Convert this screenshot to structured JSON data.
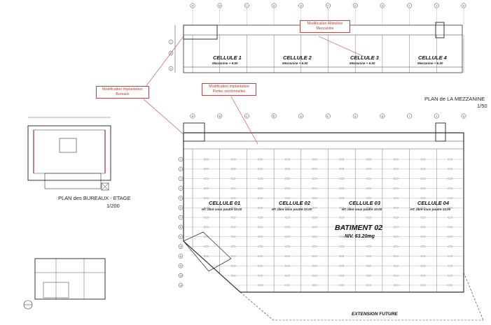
{
  "mezzanine_plan": {
    "title": "PLAN de LA MEZZANINE",
    "scale": "1/50",
    "cells": [
      {
        "name": "CELLULE 1",
        "sub": "Mezzanine + 6.50"
      },
      {
        "name": "CELLULE 2",
        "sub": "Mezzanine + 6.50"
      },
      {
        "name": "CELLULE 3",
        "sub": "Mezzanine + 6.50"
      },
      {
        "name": "CELLULE 4",
        "sub": "Mezzanine + 6.50"
      }
    ]
  },
  "ground_plan": {
    "building": "BATIMENT 02",
    "level": "NIV. 63.20mg",
    "cells": [
      {
        "name": "CELLULE 01",
        "sub": "HT. libre sous poutre 10.00"
      },
      {
        "name": "CELLULE 02",
        "sub": "HT. libre sous poutre 10.00"
      },
      {
        "name": "CELLULE 03",
        "sub": "HT. libre sous poutre 10.00"
      },
      {
        "name": "CELLULE 04",
        "sub": "HT. libre sous poutre 10.00"
      }
    ],
    "future": "EXTENSION FUTURE"
  },
  "office_plan": {
    "title": "PLAN des BUREAUX - ETAGE",
    "scale": "1/200"
  },
  "notes": [
    {
      "text": "Modification Altimétrie\nMezzanine"
    },
    {
      "text": "Modification Implantation\nBureaux"
    },
    {
      "text": "Modification Implantation\nPortes sectionnelles"
    }
  ],
  "column_labels": [
    "A",
    "B",
    "C",
    "D",
    "E",
    "F",
    "G",
    "H",
    "I",
    "J",
    "K"
  ],
  "row_labels": [
    "1",
    "2",
    "3",
    "4",
    "5",
    "6",
    "7",
    "8",
    "9",
    "10",
    "11",
    "12",
    "13",
    "14"
  ],
  "colors": {
    "annotation": "#d23b3b",
    "line": "#333333",
    "accent_wall": "#c23a6a"
  }
}
